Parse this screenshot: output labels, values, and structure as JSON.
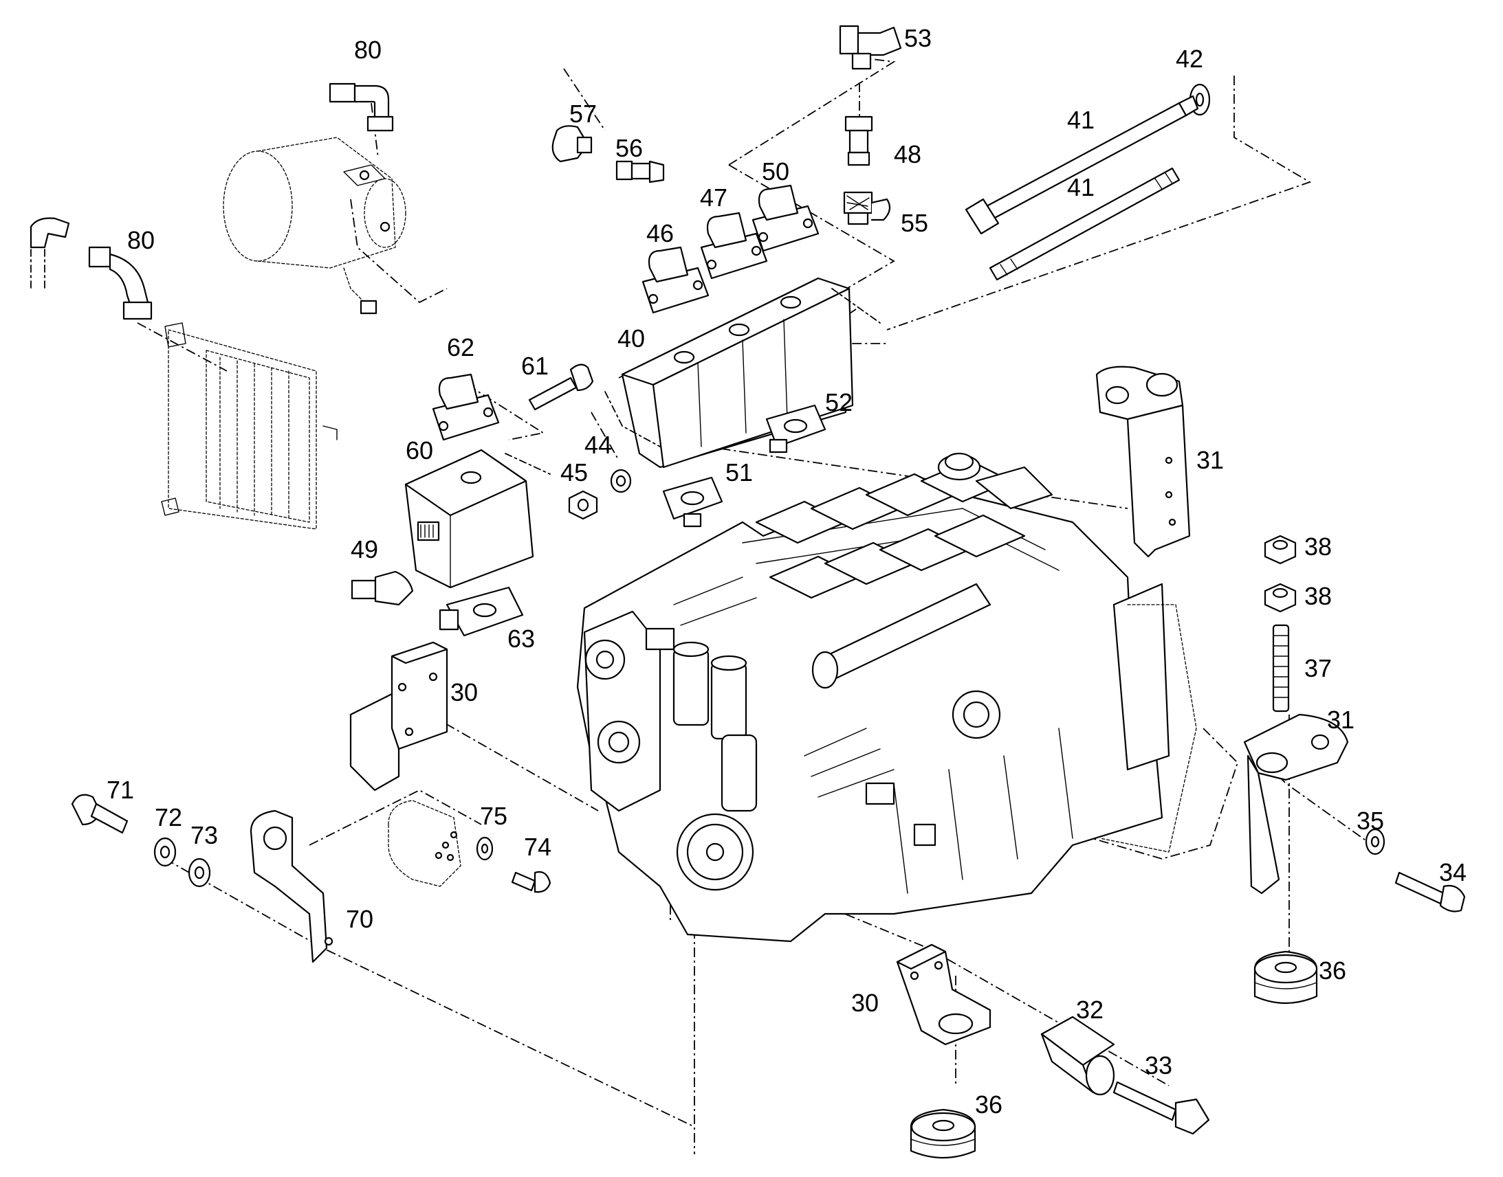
{
  "callouts": [
    {
      "id": "c80a",
      "label": "80"
    },
    {
      "id": "c80b",
      "label": "80"
    },
    {
      "id": "c53",
      "label": "53"
    },
    {
      "id": "c42",
      "label": "42"
    },
    {
      "id": "c41a",
      "label": "41"
    },
    {
      "id": "c41b",
      "label": "41"
    },
    {
      "id": "c57",
      "label": "57"
    },
    {
      "id": "c56",
      "label": "56"
    },
    {
      "id": "c50",
      "label": "50"
    },
    {
      "id": "c47",
      "label": "47"
    },
    {
      "id": "c48",
      "label": "48"
    },
    {
      "id": "c55",
      "label": "55"
    },
    {
      "id": "c46",
      "label": "46"
    },
    {
      "id": "c40",
      "label": "40"
    },
    {
      "id": "c62",
      "label": "62"
    },
    {
      "id": "c61",
      "label": "61"
    },
    {
      "id": "c52",
      "label": "52"
    },
    {
      "id": "c60",
      "label": "60"
    },
    {
      "id": "c45",
      "label": "45"
    },
    {
      "id": "c44",
      "label": "44"
    },
    {
      "id": "c51",
      "label": "51"
    },
    {
      "id": "c31a",
      "label": "31"
    },
    {
      "id": "c38a",
      "label": "38"
    },
    {
      "id": "c38b",
      "label": "38"
    },
    {
      "id": "c49",
      "label": "49"
    },
    {
      "id": "c63",
      "label": "63"
    },
    {
      "id": "c37",
      "label": "37"
    },
    {
      "id": "c30a",
      "label": "30"
    },
    {
      "id": "c31b",
      "label": "31"
    },
    {
      "id": "c71",
      "label": "71"
    },
    {
      "id": "c72",
      "label": "72"
    },
    {
      "id": "c73",
      "label": "73"
    },
    {
      "id": "c75",
      "label": "75"
    },
    {
      "id": "c74",
      "label": "74"
    },
    {
      "id": "c35",
      "label": "35"
    },
    {
      "id": "c34",
      "label": "34"
    },
    {
      "id": "c70",
      "label": "70"
    },
    {
      "id": "c36a",
      "label": "36"
    },
    {
      "id": "c30b",
      "label": "30"
    },
    {
      "id": "c32",
      "label": "32"
    },
    {
      "id": "c33",
      "label": "33"
    },
    {
      "id": "c36b",
      "label": "36"
    }
  ]
}
